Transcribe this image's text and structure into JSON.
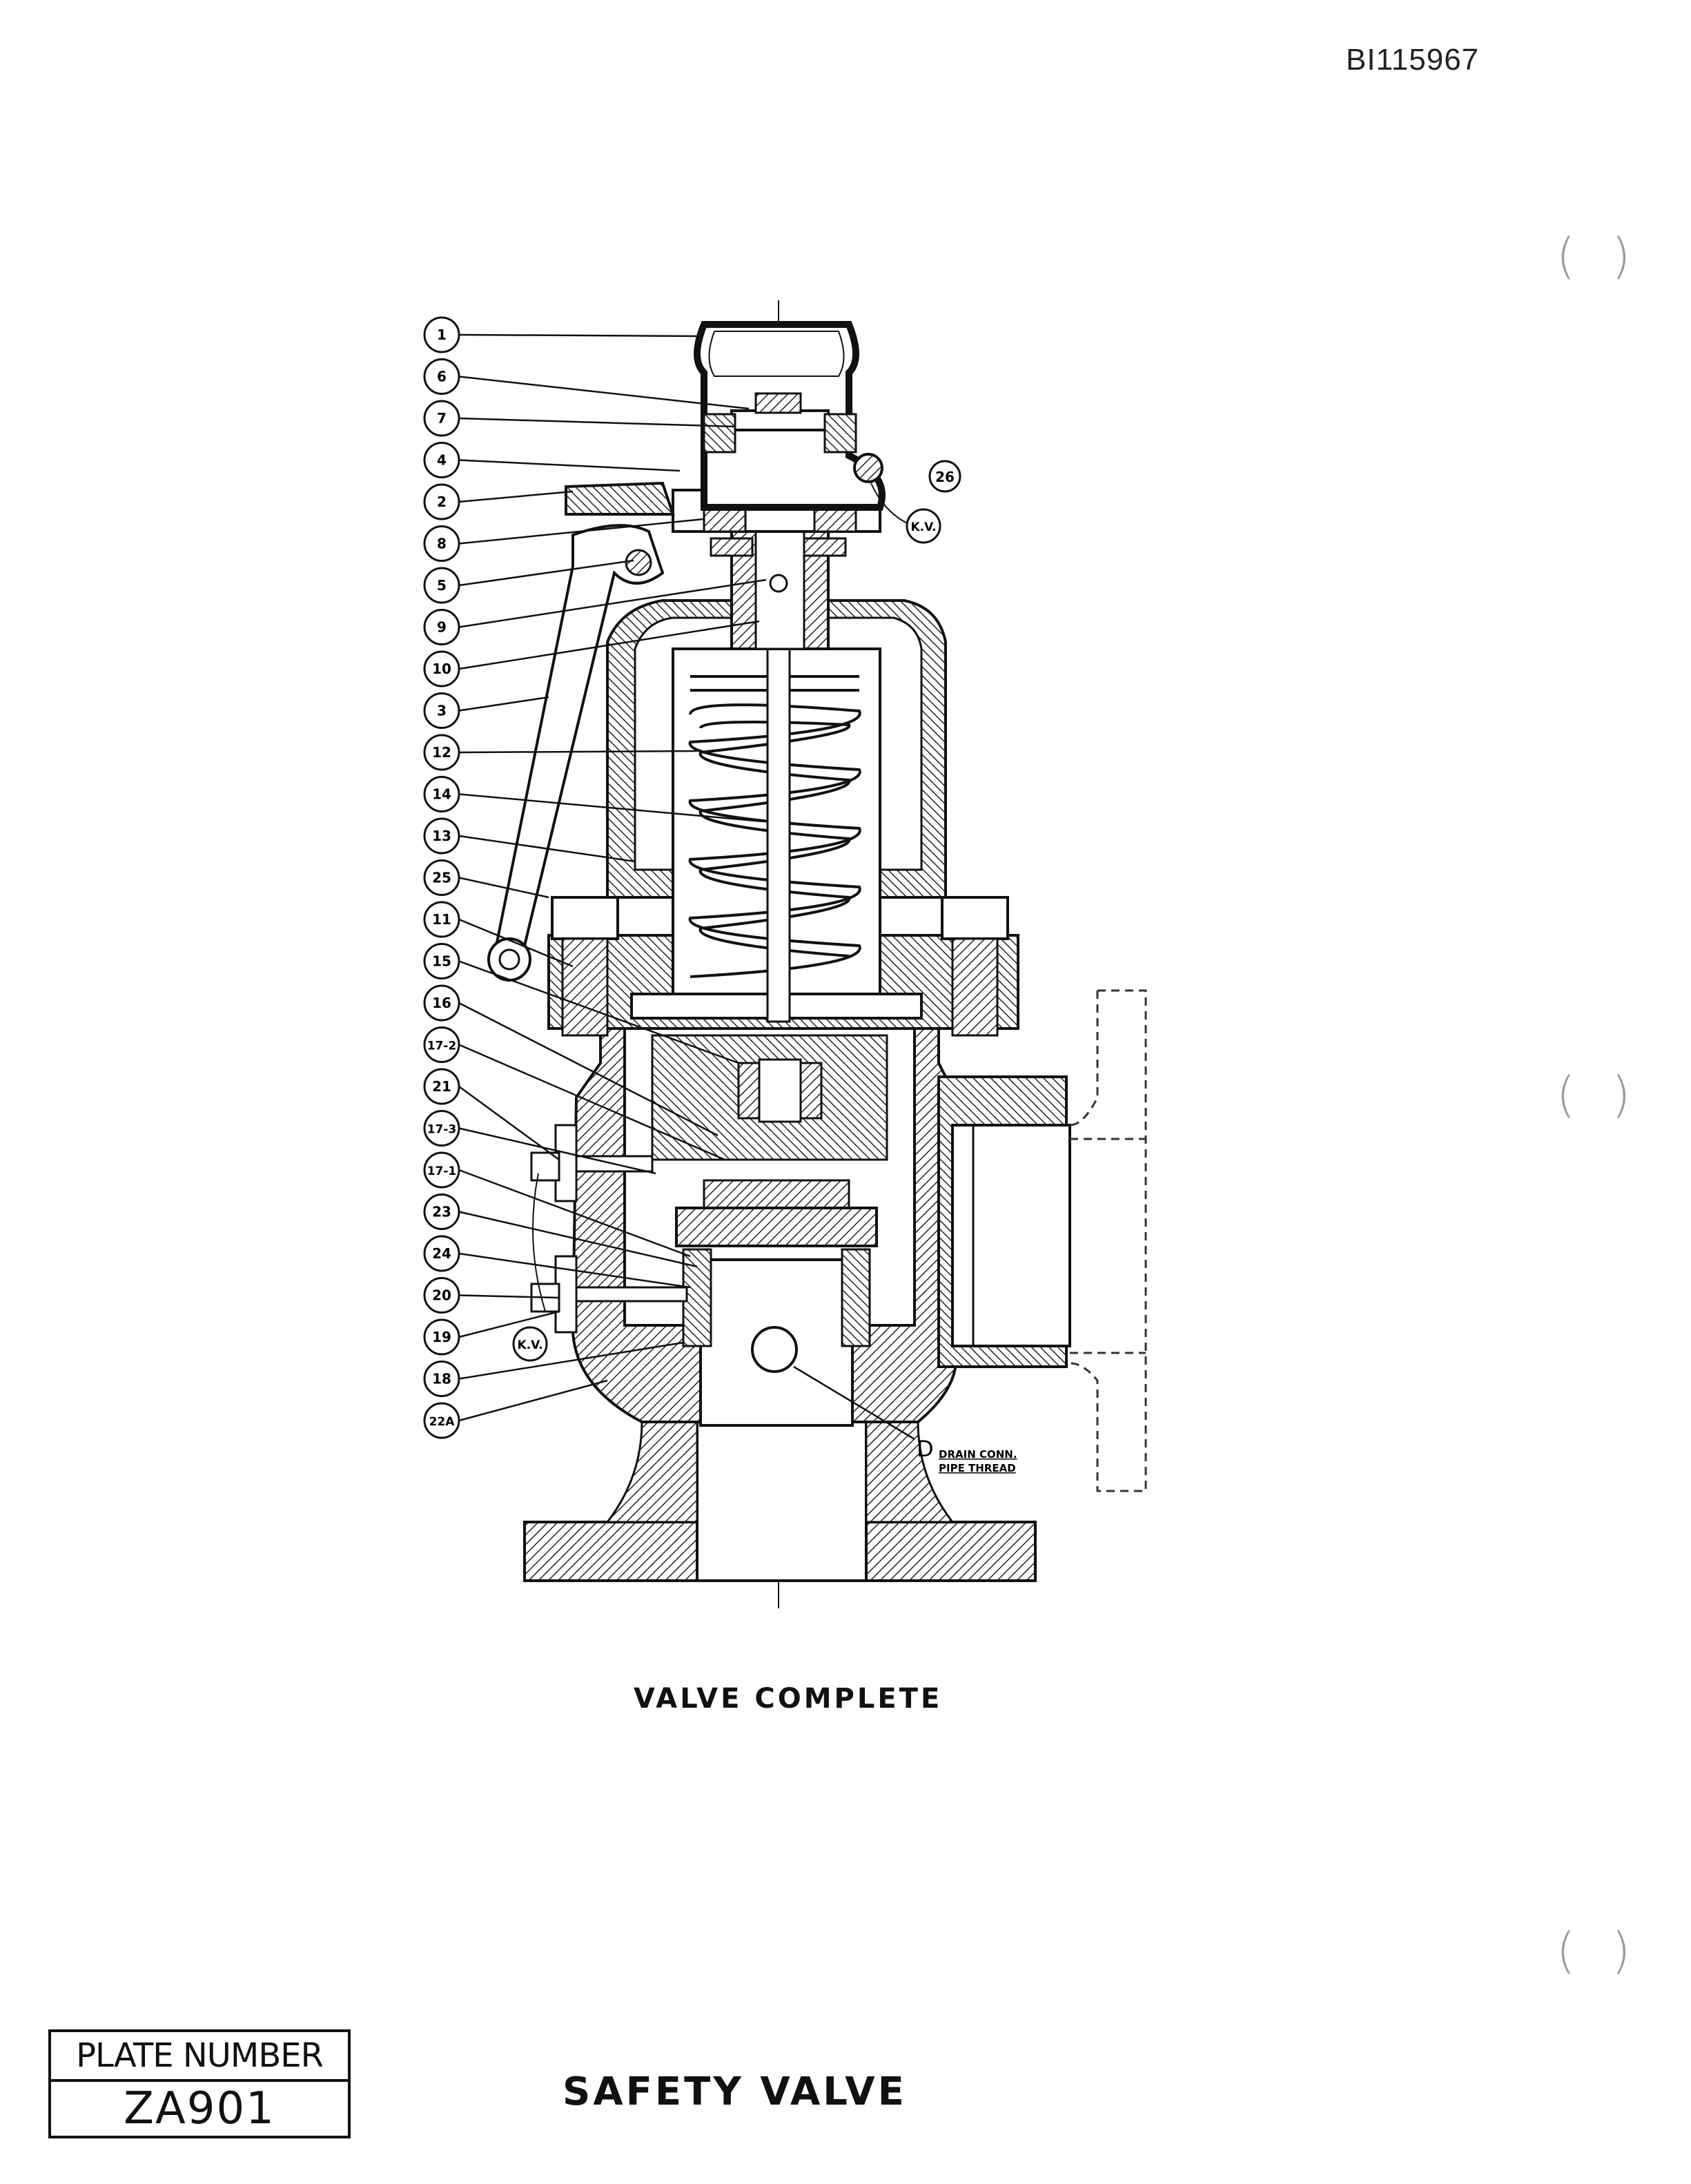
{
  "document_id": "BI115967",
  "callouts": [
    "1",
    "6",
    "7",
    "4",
    "2",
    "8",
    "5",
    "9",
    "10",
    "3",
    "12",
    "14",
    "13",
    "25",
    "11",
    "15",
    "16",
    "17-2",
    "21",
    "17-3",
    "17-1",
    "23",
    "24",
    "20",
    "19",
    "18",
    "22A"
  ],
  "side_labels": {
    "callout_26": "26",
    "kv_upper": "K.V.",
    "kv_lower": "K.V."
  },
  "drain_note": {
    "letter": "D",
    "line1": "DRAIN CONN.",
    "line2": "PIPE THREAD"
  },
  "caption_valve": "VALVE COMPLETE",
  "caption_title": "SAFETY VALVE",
  "plate": {
    "label": "PLATE NUMBER",
    "number": "ZA901"
  }
}
